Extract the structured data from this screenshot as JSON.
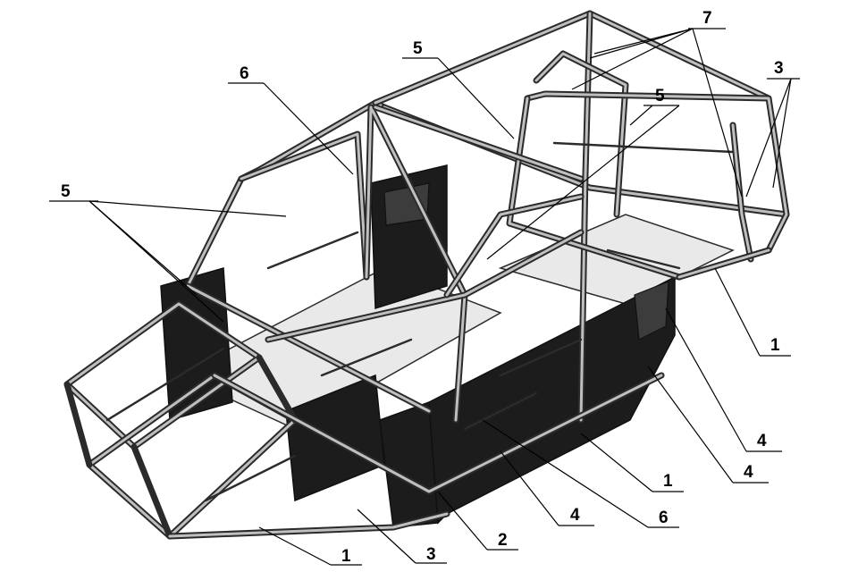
{
  "figure": {
    "callout_labels": [
      {
        "id": "label-7-top",
        "text": "7"
      },
      {
        "id": "label-5-top",
        "text": "5"
      },
      {
        "id": "label-6-top",
        "text": "6"
      },
      {
        "id": "label-3-top-right",
        "text": "3"
      },
      {
        "id": "label-5-mid-right",
        "text": "5"
      },
      {
        "id": "label-5-left",
        "text": "5"
      },
      {
        "id": "label-1-right",
        "text": "1"
      },
      {
        "id": "label-4-right-upper",
        "text": "4"
      },
      {
        "id": "label-4-right-lower",
        "text": "4"
      },
      {
        "id": "label-1-bottom-right",
        "text": "1"
      },
      {
        "id": "label-6-bottom",
        "text": "6"
      },
      {
        "id": "label-4-bottom",
        "text": "4"
      },
      {
        "id": "label-2-bottom",
        "text": "2"
      },
      {
        "id": "label-3-bottom",
        "text": "3"
      },
      {
        "id": "label-1-bottom-left",
        "text": "1"
      }
    ]
  }
}
